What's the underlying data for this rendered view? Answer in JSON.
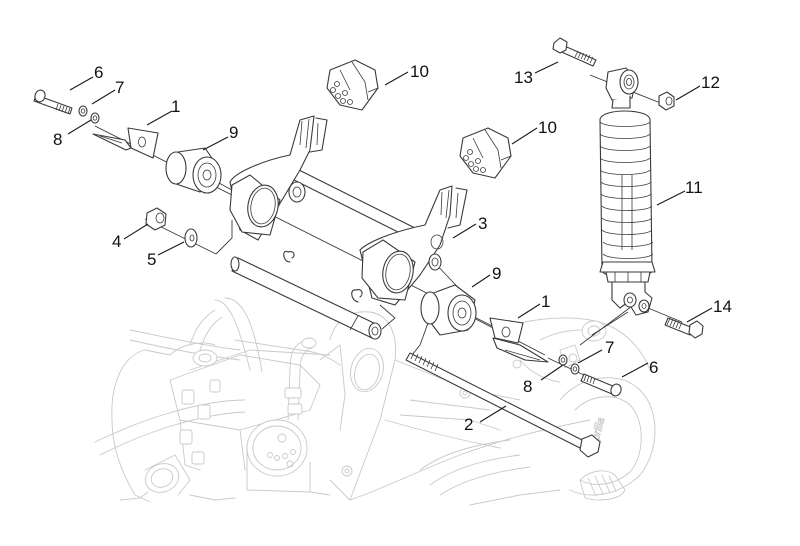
{
  "diagram": {
    "title": "Rear suspension / shock absorber exploded view",
    "engine_logo": "aprilia",
    "callouts": [
      {
        "id": "c6a",
        "number": "6",
        "part": "bolt"
      },
      {
        "id": "c7a",
        "number": "7",
        "part": "washer"
      },
      {
        "id": "c8a",
        "number": "8",
        "part": "washer"
      },
      {
        "id": "c1a",
        "number": "1",
        "part": "bracket"
      },
      {
        "id": "c9a",
        "number": "9",
        "part": "bushing"
      },
      {
        "id": "c4",
        "number": "4",
        "part": "nut"
      },
      {
        "id": "c5",
        "number": "5",
        "part": "washer"
      },
      {
        "id": "c10a",
        "number": "10",
        "part": "silent block"
      },
      {
        "id": "c10b",
        "number": "10",
        "part": "silent block"
      },
      {
        "id": "c3",
        "number": "3",
        "part": "swingarm link"
      },
      {
        "id": "c9b",
        "number": "9",
        "part": "bushing"
      },
      {
        "id": "c13",
        "number": "13",
        "part": "upper shock bolt"
      },
      {
        "id": "c12",
        "number": "12",
        "part": "nut"
      },
      {
        "id": "c11",
        "number": "11",
        "part": "shock absorber"
      },
      {
        "id": "c14",
        "number": "14",
        "part": "lower shock bolt"
      },
      {
        "id": "c1b",
        "number": "1",
        "part": "bracket"
      },
      {
        "id": "c7b",
        "number": "7",
        "part": "washer"
      },
      {
        "id": "c8b",
        "number": "8",
        "part": "washer"
      },
      {
        "id": "c6b",
        "number": "6",
        "part": "bolt"
      },
      {
        "id": "c2",
        "number": "2",
        "part": "long pivot bolt"
      }
    ]
  }
}
